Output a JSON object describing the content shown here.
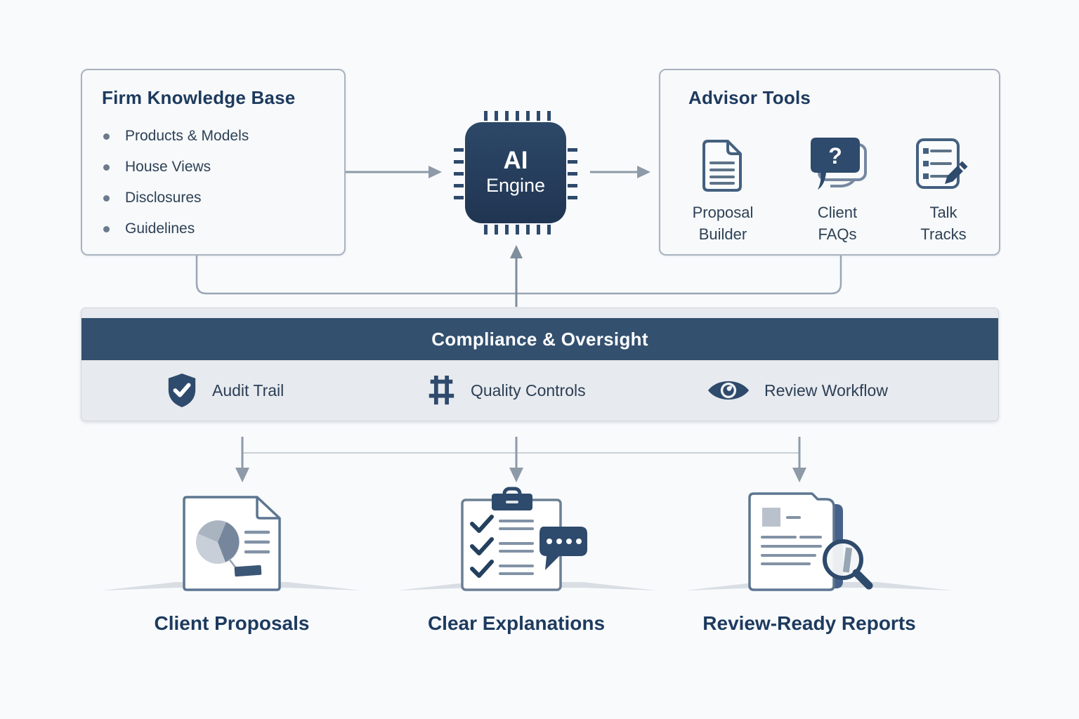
{
  "colors": {
    "navy_band": "#33506f",
    "chip_navy": "#243a5a",
    "icon_navy": "#2e4a6c",
    "title_text": "#1d3a5e",
    "body_text": "#2e4156",
    "arrow_gray": "#8e9aa8",
    "panel_bg": "#f7f9fa",
    "card_bg": "#e7eaee"
  },
  "knowledge_base": {
    "title": "Firm Knowledge Base",
    "items": [
      "Products & Models",
      "House Views",
      "Disclosures",
      "Guidelines"
    ]
  },
  "ai_engine": {
    "line1": "AI",
    "line2": "Engine"
  },
  "advisor_tools": {
    "title": "Advisor Tools",
    "tools": [
      {
        "icon": "document-icon",
        "label": "Proposal Builder"
      },
      {
        "icon": "question-bubble-icon",
        "glyph": "?",
        "label": "Client FAQs"
      },
      {
        "icon": "notes-pencil-icon",
        "label": "Talk Tracks"
      }
    ]
  },
  "compliance": {
    "title": "Compliance & Oversight",
    "items": [
      {
        "icon": "shield-check-icon",
        "label": "Audit Trail"
      },
      {
        "icon": "sliders-icon",
        "label": "Quality Controls"
      },
      {
        "icon": "eye-icon",
        "label": "Review Workflow"
      }
    ]
  },
  "outputs": [
    {
      "icon": "chart-document-icon",
      "label": "Client Proposals"
    },
    {
      "icon": "checklist-chat-icon",
      "label": "Clear Explanations"
    },
    {
      "icon": "report-magnifier-icon",
      "label": "Review-Ready Reports"
    }
  ]
}
